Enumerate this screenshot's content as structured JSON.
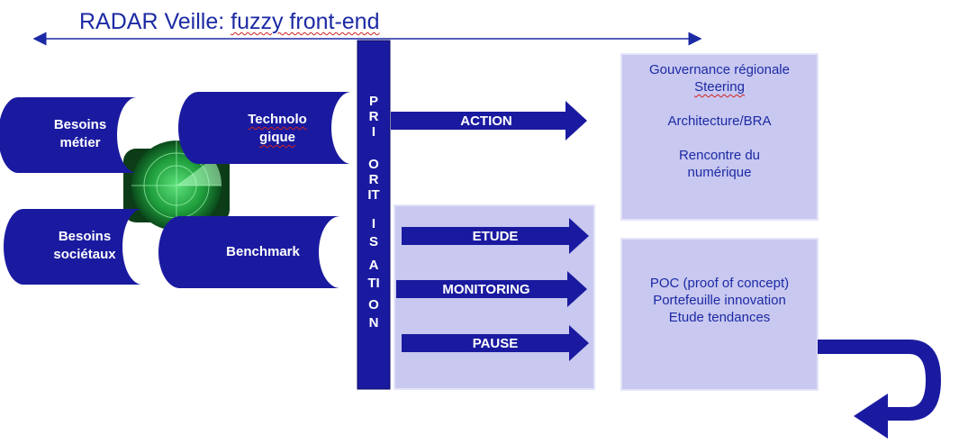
{
  "title": {
    "prefix": "RADAR Veille: ",
    "underlined": "fuzzy front-end"
  },
  "colors": {
    "navy": "#1a1aa0",
    "lavender": "#c8c8f0",
    "title_blue": "#1c2aa4",
    "radar_green": "#1f9e3c"
  },
  "sources": {
    "besoins_metier": [
      "Besoins",
      "métier"
    ],
    "technologique": [
      "Technolo",
      "gique"
    ],
    "besoins_societaux": [
      "Besoins",
      "sociétaux"
    ],
    "benchmark": [
      "Benchmark"
    ]
  },
  "priorisation_letters": [
    "P",
    "R",
    "I",
    "O",
    "R",
    "IT",
    "I",
    "S",
    "A",
    "TI",
    "O",
    "N"
  ],
  "arrows": {
    "action": "ACTION",
    "etude": "ETUDE",
    "monitoring": "MONITORING",
    "pause": "PAUSE"
  },
  "box_top": [
    "Gouvernance régionale",
    "Steering",
    "",
    "Architecture/BRA",
    "",
    "Rencontre du",
    "numérique"
  ],
  "box_bottom": [
    "POC (proof of concept)",
    "Portefeuille innovation",
    "Etude tendances"
  ],
  "icons": {
    "radar": "radar-screen-icon",
    "return_arrow": "u-turn-arrow-icon"
  }
}
